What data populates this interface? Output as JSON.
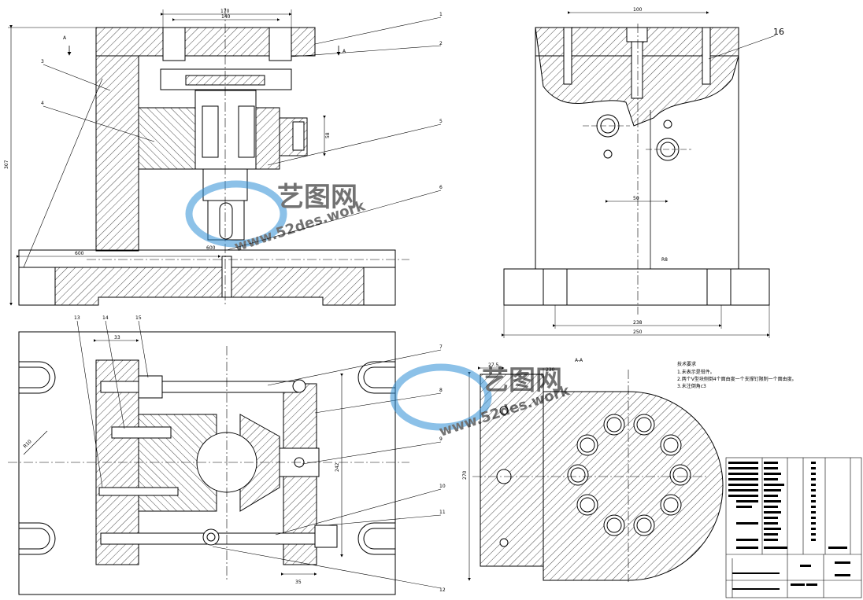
{
  "front_view": {
    "dims": {
      "top_outer": "170",
      "top_inner": "140",
      "height": "307",
      "base_width": "600",
      "base_gap": "600",
      "slot": "58"
    },
    "section_marker": "A",
    "callouts": [
      "1",
      "2",
      "3",
      "4",
      "5",
      "6"
    ]
  },
  "side_view": {
    "dims": {
      "top": "100",
      "center": "50",
      "inner_base": "238",
      "outer_base": "250",
      "fillet": "R8"
    },
    "callout": "16"
  },
  "plan_view": {
    "dims": {
      "top": "33",
      "bottom": "35",
      "height": "242",
      "angle": "R10"
    },
    "callouts_top": [
      "13",
      "14",
      "15"
    ],
    "callouts_right": [
      "7",
      "8",
      "9",
      "10",
      "11",
      "12"
    ]
  },
  "section_view": {
    "title": "A-A",
    "dims": {
      "offset": "27.5",
      "right": "230",
      "height": "270"
    }
  },
  "tech_notes": {
    "heading": "技术要求",
    "lines": [
      "1.未表示是钳件。",
      "2.两个V型块侧倒4个面由度一个支撑钉限制一个面由度。",
      "3.未注倒角c3"
    ]
  },
  "watermark": {
    "brand": "艺图网",
    "url": "www.52des.work"
  }
}
